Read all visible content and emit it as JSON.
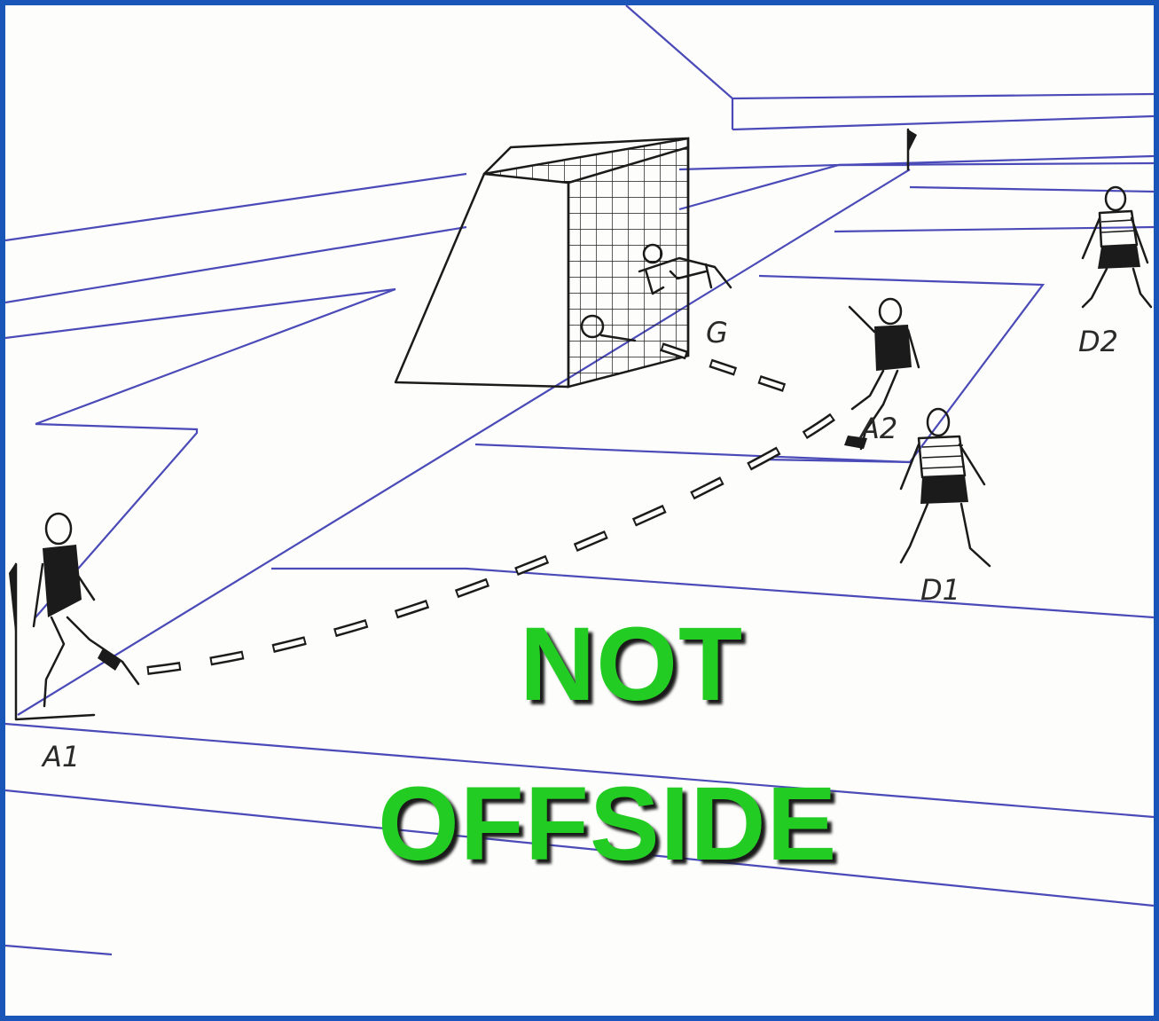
{
  "labels": {
    "a1": "A1",
    "a2": "A2",
    "g": "G",
    "d1": "D1",
    "d2": "D2"
  },
  "verdict": {
    "line1": "NOT",
    "line2": "OFFSIDE",
    "color": "#22cc22"
  },
  "colors": {
    "frame": "#1a56b8",
    "field_lines": "#4a4ab8",
    "pitch": "#fdfdfb"
  }
}
